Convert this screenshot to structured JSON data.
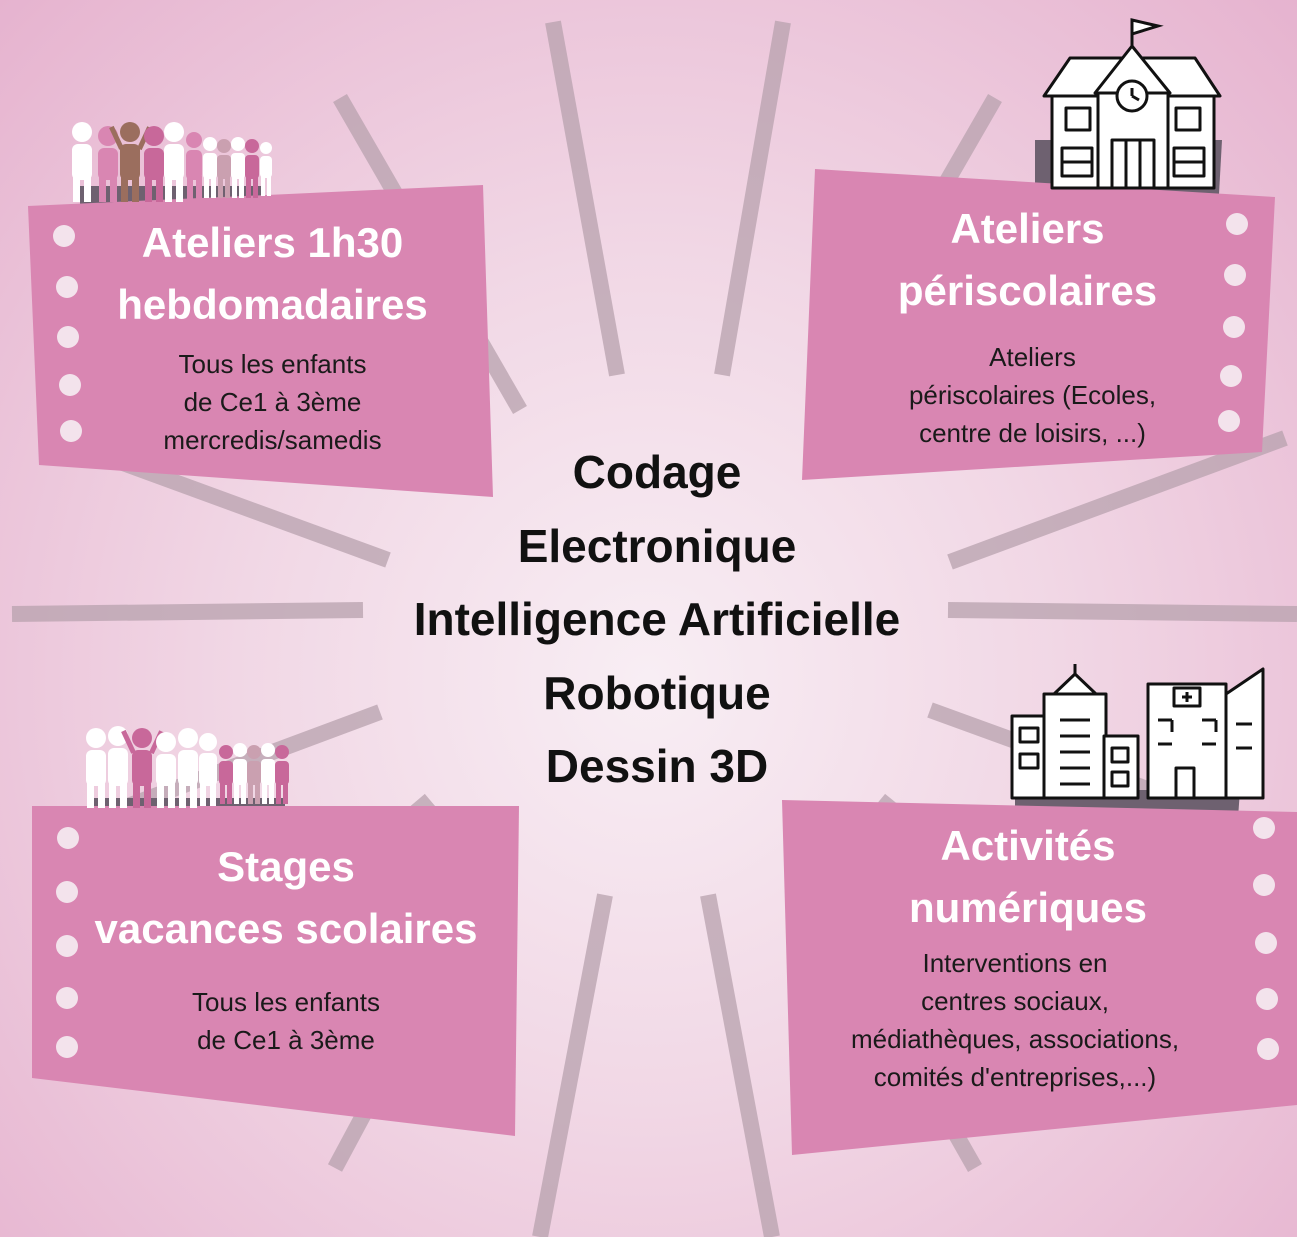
{
  "colors": {
    "card": "#d986b2",
    "card_shadow": "#6e6170",
    "title": "#ffffff",
    "text": "#1a1a1a",
    "ray": "#b8a2ae"
  },
  "center": {
    "topics": [
      "Codage",
      "Electronique",
      "Intelligence Artificielle",
      "Robotique",
      "Dessin 3D"
    ]
  },
  "cards": {
    "weekly": {
      "title_line1": "Ateliers 1h30",
      "title_line2": "hebdomadaires",
      "desc_line1": "Tous les enfants",
      "desc_line2": "de Ce1 à 3ème",
      "desc_line3": "mercredis/samedis",
      "icon": "group-of-children-icon"
    },
    "periscolaire": {
      "title_line1": "Ateliers",
      "title_line2": "périscolaires",
      "desc_line1": "Ateliers",
      "desc_line2": "périscolaires (Ecoles,",
      "desc_line3": "centre de loisirs, ...)",
      "icon": "school-building-icon"
    },
    "stages": {
      "title_line1": "Stages",
      "title_line2": "vacances scolaires",
      "desc_line1": "Tous les enfants",
      "desc_line2": "de Ce1 à 3ème",
      "icon": "group-of-children-icon"
    },
    "numeriques": {
      "title_line1": "Activités",
      "title_line2": "numériques",
      "desc_line1": "Interventions en",
      "desc_line2": "centres  sociaux,",
      "desc_line3": "médiathèques, associations,",
      "desc_line4": "comités d'entreprises,...)",
      "icon": "city-buildings-icon"
    }
  }
}
